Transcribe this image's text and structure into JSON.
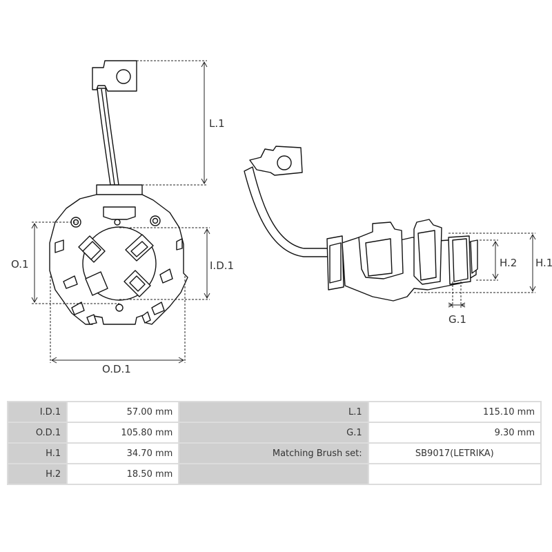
{
  "drawing": {
    "labels": {
      "l1": "L.1",
      "o1": "O.1",
      "id1": "I.D.1",
      "od1": "O.D.1",
      "h1": "H.1",
      "h2": "H.2",
      "g1": "G.1"
    }
  },
  "specs": {
    "rows": [
      {
        "label_a": "I.D.1",
        "value_a": "57.00 mm",
        "label_b": "L.1",
        "value_b": "115.10 mm"
      },
      {
        "label_a": "O.D.1",
        "value_a": "105.80 mm",
        "label_b": "G.1",
        "value_b": "9.30 mm"
      },
      {
        "label_a": "H.1",
        "value_a": "34.70 mm",
        "label_b": "Matching Brush set:",
        "value_b": "SB9017(LETRIKA)"
      },
      {
        "label_a": "H.2",
        "value_a": "18.50 mm",
        "label_b": "",
        "value_b": ""
      }
    ]
  }
}
